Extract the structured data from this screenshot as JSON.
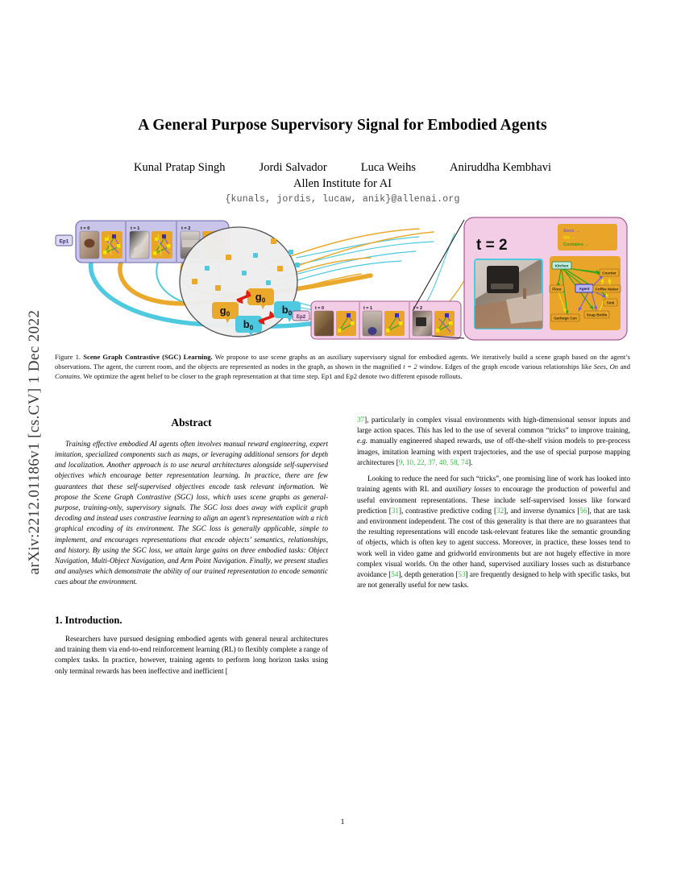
{
  "arxiv_stamp": "arXiv:2212.01186v1  [cs.CV]  1 Dec 2022",
  "paper": {
    "title": "A General Purpose Supervisory Signal for Embodied Agents",
    "authors": [
      "Kunal Pratap Singh",
      "Jordi Salvador",
      "Luca Weihs",
      "Aniruddha Kembhavi"
    ],
    "affiliation": "Allen Institute for AI",
    "emails": "{kunals, jordis, lucaw, anik}@allenai.org",
    "page_number": "1"
  },
  "figure": {
    "episode_labels": [
      "Ep1",
      "Ep2"
    ],
    "timestep_labels": [
      "t = 0",
      "t = 1",
      "t = 2"
    ],
    "magnified_label": "t = 2",
    "belief_nodes": [
      "g",
      "g",
      "b",
      "b"
    ],
    "belief_subscript": "0",
    "legend": [
      {
        "text": "Sees →",
        "color": "#7b5cd6"
      },
      {
        "text": "On →",
        "color": "#f2e600"
      },
      {
        "text": "Contains →",
        "color": "#1ea81e"
      }
    ],
    "graph_nodes": [
      "Kitchen",
      "Counter",
      "Floor",
      "Agent",
      "Coffee Maker",
      "Sink",
      "Soap Bottle",
      "Garbage Can"
    ],
    "colors": {
      "pink_panel": "#f3cce6",
      "lavender_panel": "#c9c4ea",
      "orange": "#eba92c",
      "cyan": "#4fc9e0",
      "graph_bg": "#e8a52a",
      "red_arrow": "#e01b0e",
      "circle_fill": "#eeeeee",
      "circle_stroke": "#4a4a4a"
    }
  },
  "caption": {
    "label": "Figure 1.",
    "bold_title": "Scene Graph Contrastive (SGC) Learning.",
    "text_1": " We propose to use scene graphs as an auxiliary supervisory signal for embodied agents. We iteratively build a scene graph based on the agent’s observations. The agent, the current room, and the objects are represented as nodes in the graph, as shown in the magnified ",
    "math_t": "t = 2",
    "text_2": " window. Edges of the graph encode various relationships like ",
    "rel_1": "Sees",
    "text_3": ", ",
    "rel_2": "On",
    "text_4": " and ",
    "rel_3": "Contains",
    "text_5": ". We optimize the agent belief to be closer to the graph representation at that time step. Ep1 and Ep2 denote two different episode rollouts."
  },
  "abstract": {
    "heading": "Abstract",
    "body": "Training effective embodied AI agents often involves manual reward engineering, expert imitation, specialized components such as maps, or leveraging additional sensors for depth and localization. Another approach is to use neural architectures alongside self-supervised objectives which encourage better representation learning. In practice, there are few guarantees that these self-supervised objectives encode task relevant information. We propose the Scene Graph Contrastive (SGC) loss, which uses scene graphs as general-purpose, training-only, supervisory signals. The SGC loss does away with explicit graph decoding and instead uses contrastive learning to align an agent’s representation with a rich graphical encoding of its environment. The SGC loss is generally applicable, simple to implement, and encourages representations that encode objects’ semantics, relationships, and history. By using the SGC loss, we attain large gains on three embodied tasks: Object Navigation, Multi-Object Navigation, and Arm Point Navigation. Finally, we present studies and analyses which demonstrate the ability of our trained representation to encode semantic cues about the environment."
  },
  "introduction": {
    "heading": "1. Introduction.",
    "p1_a": "Researchers have pursued designing embodied agents with general neural architectures and training them via end-to-end reinforcement learning (RL) to flexibly complete a range of complex tasks. In practice, however, training agents to perform long horizon tasks using only terminal rewards has been ineffective and inefficient [",
    "p1_cite1": "37",
    "p1_b": "], particularly in complex visual environments with high-dimensional sensor inputs and large action spaces. This has led to the use of several common “tricks” to improve training, ",
    "p1_eg": "e.g.",
    "p1_c": " manually engineered shaped rewards, use of off-the-shelf vision models to pre-process images, imitation learning with expert trajectories, and the use of special purpose mapping architectures [",
    "p1_cite2": "9, 10, 22, 37, 40, 58, 74",
    "p1_d": "].",
    "p2_a": "Looking to reduce the need for such “tricks”, one promising line of work has looked into training agents with RL and ",
    "p2_it": "auxiliary losses",
    "p2_b": " to encourage the production of powerful and useful environment representations. These include self-supervised losses like forward prediction [",
    "p2_cite1": "31",
    "p2_c": "], contrastive predictive coding [",
    "p2_cite2": "32",
    "p2_d": "], and inverse dynamics [",
    "p2_cite3": "56",
    "p2_e": "], that are task and environment independent. The cost of this generality is that there are no guarantees that the resulting representations will encode task-relevant features like the semantic grounding of objects, which is often key to agent success. Moreover, in practice, these losses tend to work well in video game and gridworld environments but are not hugely effective in more complex visual worlds. On the other hand, supervised auxiliary losses such as disturbance avoidance [",
    "p2_cite4": "54",
    "p2_f": "], depth generation [",
    "p2_cite5": "53",
    "p2_g": "] are frequently designed to help with specific tasks, but are not generally useful for new tasks."
  }
}
